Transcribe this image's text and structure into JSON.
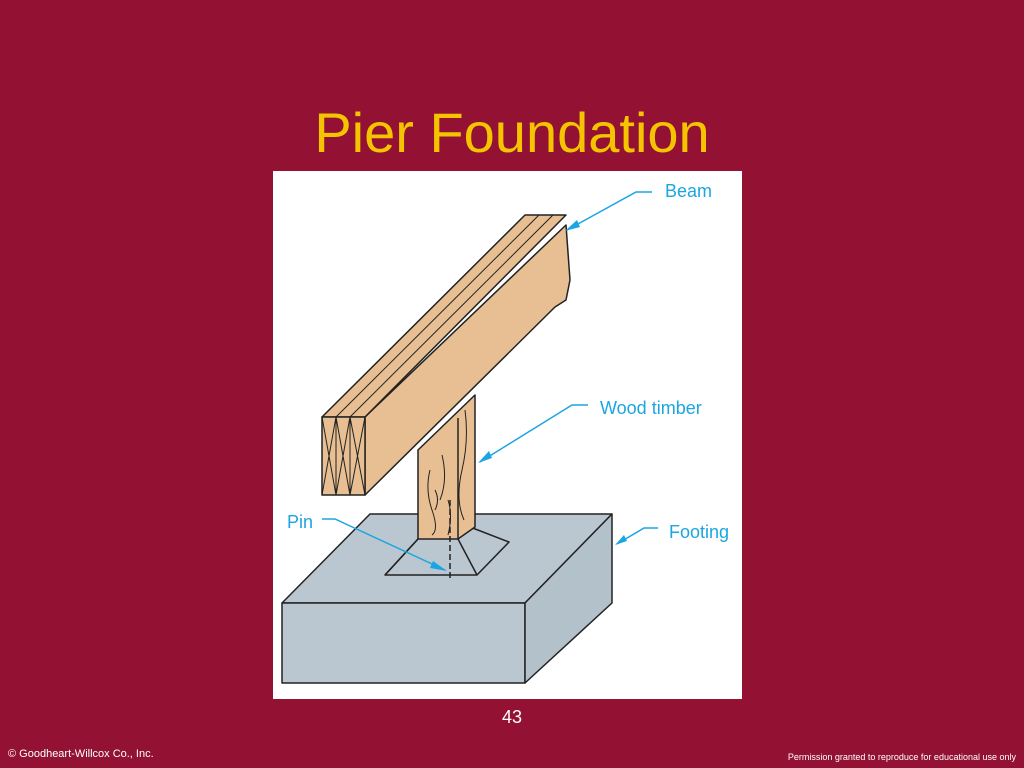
{
  "slide": {
    "title": "Pier Foundation",
    "page_number": "43",
    "copyright": "© Goodheart-Willcox Co., Inc.",
    "permission": "Permission granted to reproduce for educational use only"
  },
  "diagram": {
    "labels": {
      "beam": "Beam",
      "wood_timber": "Wood timber",
      "pin": "Pin",
      "footing": "Footing"
    },
    "colors": {
      "background": "#931234",
      "title": "#f5c400",
      "label": "#1ba5e2",
      "wood": "#e8bf93",
      "concrete": "#bac7d0"
    }
  }
}
